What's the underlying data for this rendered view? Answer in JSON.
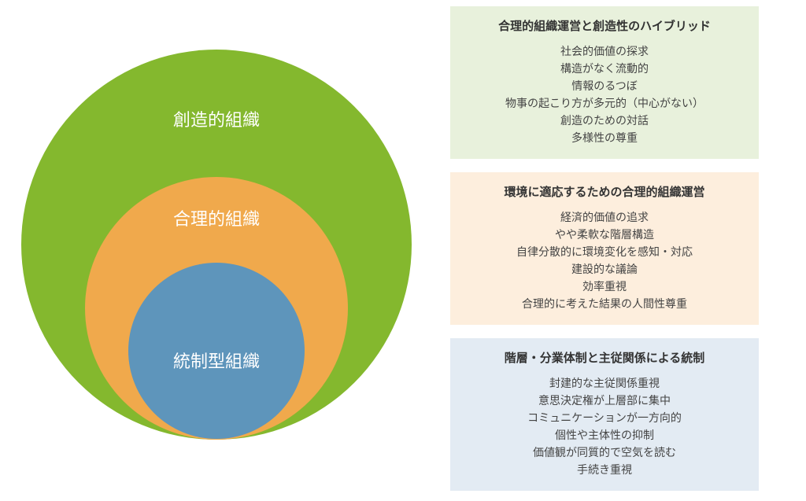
{
  "diagram": {
    "circles": [
      {
        "label": "創造的組織",
        "color": "#84b82e"
      },
      {
        "label": "合理的組織",
        "color": "#f0a94c"
      },
      {
        "label": "統制型組織",
        "color": "#5e95bb"
      }
    ],
    "panels": [
      {
        "title": "合理的組織運営と創造性のハイブリッド",
        "bg": "#e8f1dc",
        "items": [
          "社会的価値の探求",
          "構造がなく流動的",
          "情報のるつぼ",
          "物事の起こり方が多元的（中心がない）",
          "創造のための対話",
          "多様性の尊重"
        ]
      },
      {
        "title": "環境に適応するための合理的組織運営",
        "bg": "#fdeedd",
        "items": [
          "経済的価値の追求",
          "やや柔軟な階層構造",
          "自律分散的に環境変化を感知・対応",
          "建設的な議論",
          "効率重視",
          "合理的に考えた結果の人間性尊重"
        ]
      },
      {
        "title": "階層・分業体制と主従関係による統制",
        "bg": "#e3ebf3",
        "items": [
          "封建的な主従関係重視",
          "意思決定権が上層部に集中",
          "コミュニケーションが一方向的",
          "個性や主体性の抑制",
          "価値観が同質的で空気を読む",
          "手続き重視"
        ]
      }
    ]
  }
}
